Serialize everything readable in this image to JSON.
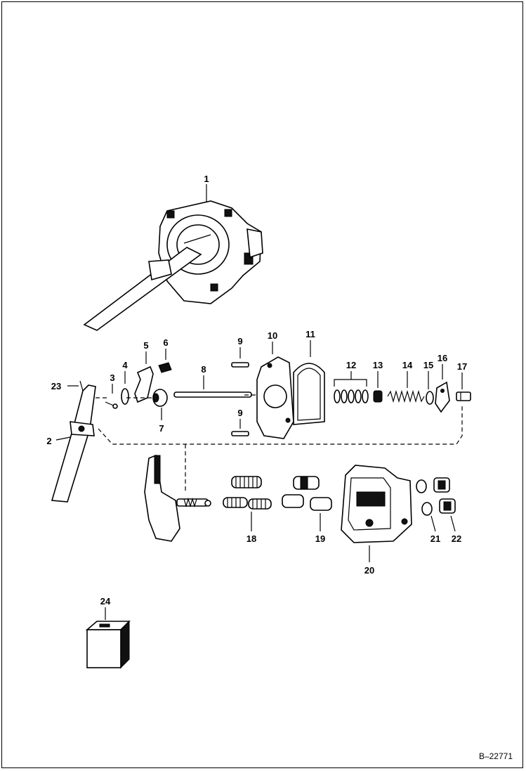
{
  "document": {
    "reference_code": "B–22771"
  },
  "callouts": [
    {
      "id": "1",
      "label": "1"
    },
    {
      "id": "2",
      "label": "2"
    },
    {
      "id": "3",
      "label": "3"
    },
    {
      "id": "4",
      "label": "4"
    },
    {
      "id": "5",
      "label": "5"
    },
    {
      "id": "6",
      "label": "6"
    },
    {
      "id": "7",
      "label": "7"
    },
    {
      "id": "8",
      "label": "8"
    },
    {
      "id": "9a",
      "label": "9"
    },
    {
      "id": "9b",
      "label": "9"
    },
    {
      "id": "10",
      "label": "10"
    },
    {
      "id": "11",
      "label": "11"
    },
    {
      "id": "12",
      "label": "12"
    },
    {
      "id": "13",
      "label": "13"
    },
    {
      "id": "14",
      "label": "14"
    },
    {
      "id": "15",
      "label": "15"
    },
    {
      "id": "16",
      "label": "16"
    },
    {
      "id": "17",
      "label": "17"
    },
    {
      "id": "18",
      "label": "18"
    },
    {
      "id": "19",
      "label": "19"
    },
    {
      "id": "20",
      "label": "20"
    },
    {
      "id": "21",
      "label": "21"
    },
    {
      "id": "22",
      "label": "22"
    },
    {
      "id": "23",
      "label": "23"
    },
    {
      "id": "24",
      "label": "24"
    }
  ],
  "colors": {
    "ink": "#000000",
    "paper": "#ffffff"
  }
}
